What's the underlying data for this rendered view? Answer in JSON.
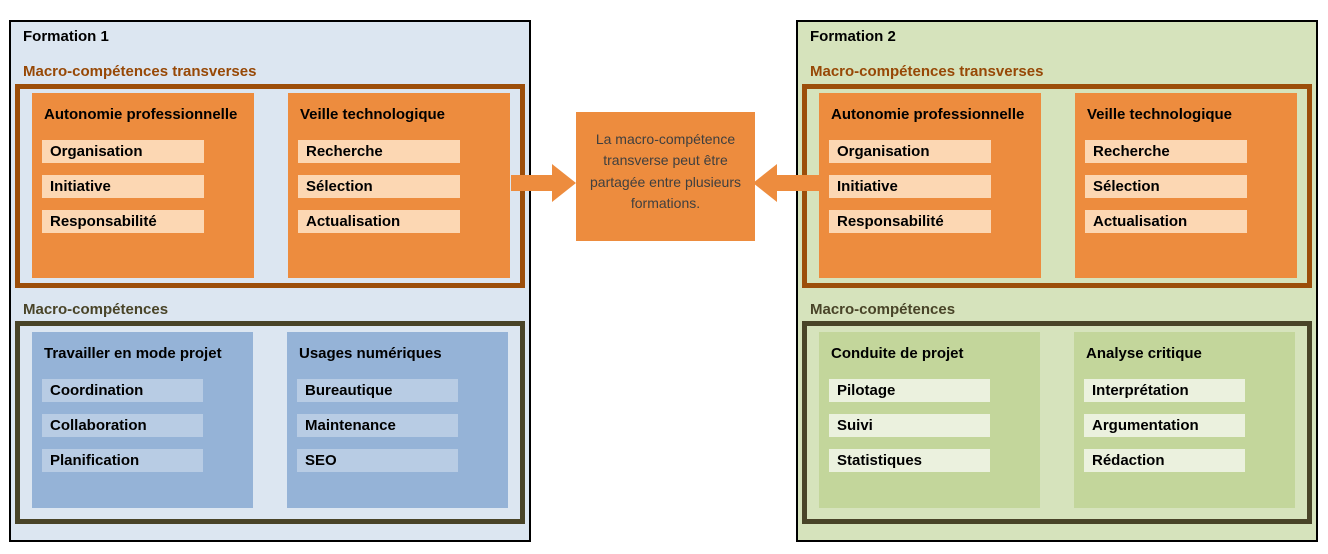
{
  "note": {
    "text": "La macro-compétence transverse peut être partagée entre plusieurs formations."
  },
  "formations": [
    {
      "title": "Formation 1",
      "sections": [
        {
          "label": "Macro-compétences transverses",
          "groups": [
            {
              "title": "Autonomie professionnelle",
              "items": [
                "Organisation",
                "Initiative",
                "Responsabilité"
              ]
            },
            {
              "title": "Veille technologique",
              "items": [
                "Recherche",
                "Sélection",
                "Actualisation"
              ]
            }
          ]
        },
        {
          "label": "Macro-compétences",
          "groups": [
            {
              "title": "Travailler en mode projet",
              "items": [
                "Coordination",
                "Collaboration",
                "Planification"
              ]
            },
            {
              "title": "Usages numériques",
              "items": [
                "Bureautique",
                "Maintenance",
                "SEO"
              ]
            }
          ]
        }
      ]
    },
    {
      "title": "Formation 2",
      "sections": [
        {
          "label": "Macro-compétences transverses",
          "groups": [
            {
              "title": "Autonomie professionnelle",
              "items": [
                "Organisation",
                "Initiative",
                "Responsabilité"
              ]
            },
            {
              "title": "Veille technologique",
              "items": [
                "Recherche",
                "Sélection",
                "Actualisation"
              ]
            }
          ]
        },
        {
          "label": "Macro-compétences",
          "groups": [
            {
              "title": "Conduite de projet",
              "items": [
                "Pilotage",
                "Suivi",
                "Statistiques"
              ]
            },
            {
              "title": "Analyse critique",
              "items": [
                "Interprétation",
                "Argumentation",
                "Rédaction"
              ]
            }
          ]
        }
      ]
    }
  ],
  "colors": {
    "orange": "#ED8C3E",
    "pale_orange": "#FCD7B3",
    "brown_label": "#974806",
    "brown_border": "#9C4E0A",
    "olive": "#494428",
    "blue_panel_bg": "#DCE6F1",
    "blue_group": "#95B3D7",
    "blue_item": "#B8CCE4",
    "green_panel_bg": "#D6E3BC",
    "green_group": "#C3D69B",
    "green_item": "#EBF1DE",
    "note_text": "#3F3F3F",
    "panel_border": "#000000"
  }
}
